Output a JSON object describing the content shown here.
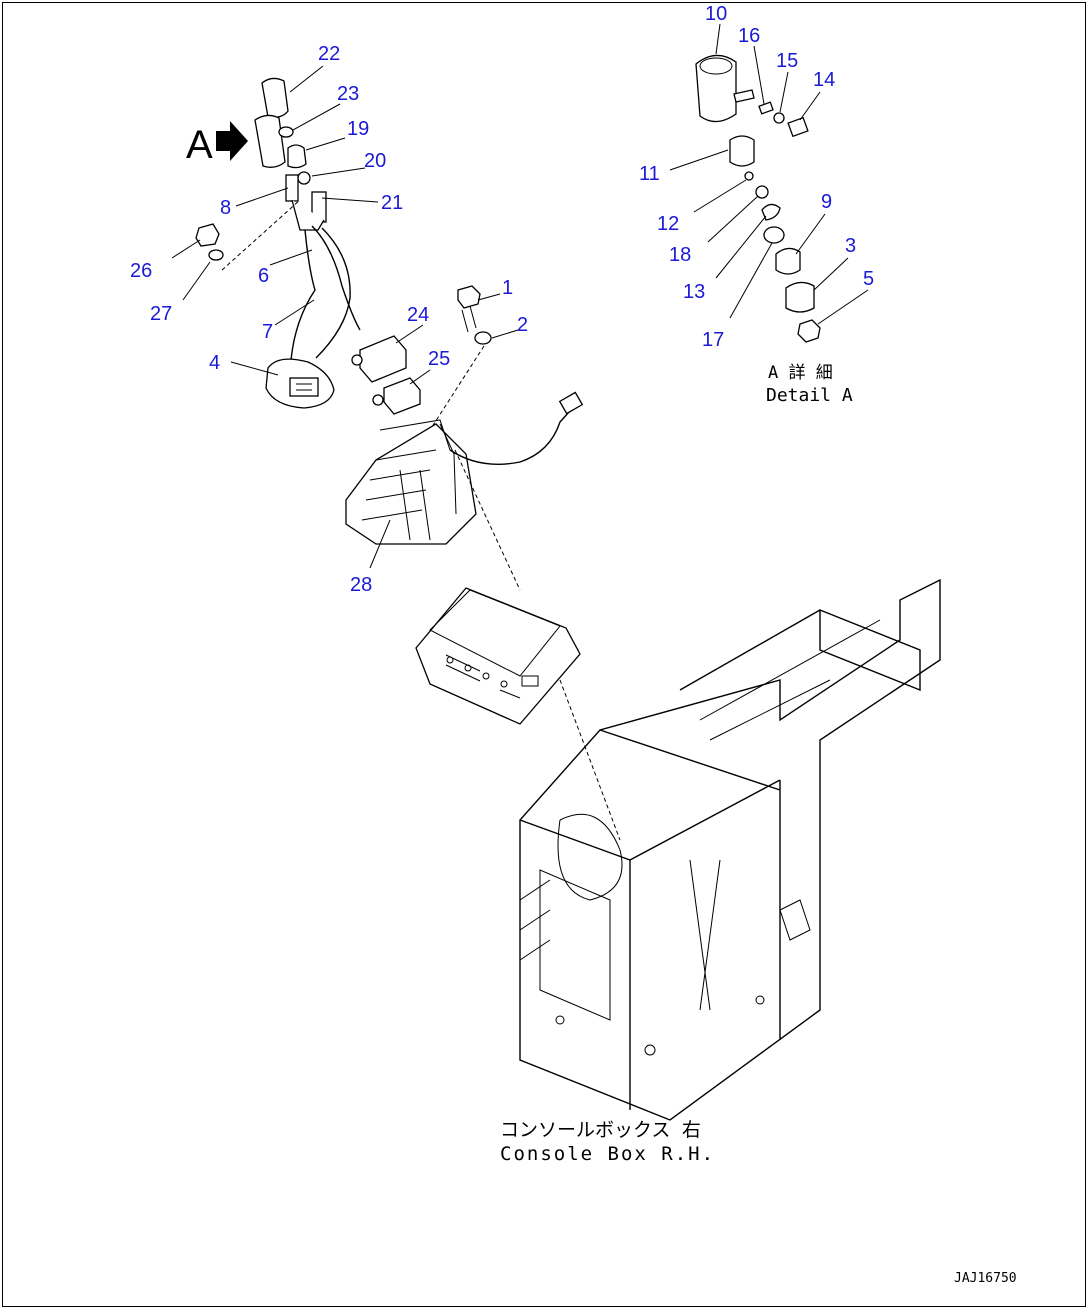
{
  "title_view": {
    "view_marker": "A",
    "detail_jp": "A 詳 細",
    "detail_en": "Detail A"
  },
  "caption": {
    "jp": "コンソールボックス 右",
    "en": "Console Box R.H."
  },
  "drawing_number": "JAJ16750",
  "colors": {
    "callout": "#1a1ad6",
    "line": "#000000",
    "background": "#ffffff"
  },
  "callouts": {
    "c1": "1",
    "c2": "2",
    "c3": "3",
    "c4": "4",
    "c5": "5",
    "c6": "6",
    "c7": "7",
    "c8": "8",
    "c9": "9",
    "c10": "10",
    "c11": "11",
    "c12": "12",
    "c13": "13",
    "c14": "14",
    "c15": "15",
    "c16": "16",
    "c17": "17",
    "c18": "18",
    "c19": "19",
    "c20": "20",
    "c21": "21",
    "c22": "22",
    "c23": "23",
    "c24": "24",
    "c25": "25",
    "c26": "26",
    "c27": "27",
    "c28": "28"
  }
}
